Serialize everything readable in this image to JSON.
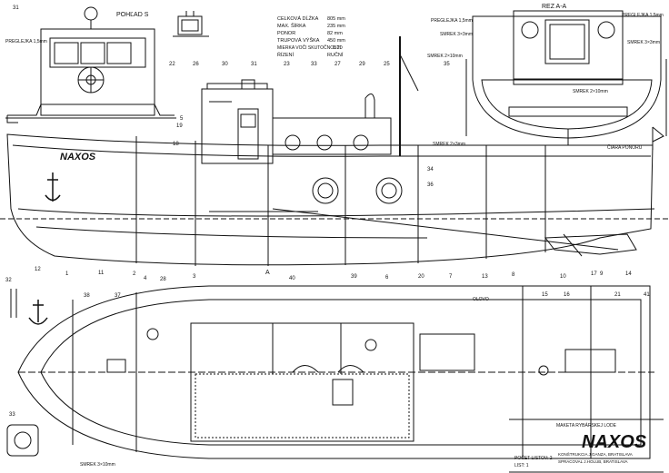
{
  "drawing": {
    "hull_name": "NAXOS",
    "view_s_label": "POHĽAD S",
    "section_label": "REZ A-A",
    "label_a": "A",
    "specs": [
      {
        "name": "CELKOVÁ DĹŽKA",
        "value": "805 mm"
      },
      {
        "name": "MAX. ŠÍRKA",
        "value": "235 mm"
      },
      {
        "name": "PONOR",
        "value": "82 mm"
      },
      {
        "name": "TRUPOVÁ VÝŠKA",
        "value": "450 mm"
      },
      {
        "name": "MIERKA VOČI SKUTOČNOSTI",
        "value": "1:20"
      },
      {
        "name": "ŘÍZENÍ",
        "value": "RUČNÍ"
      }
    ],
    "title_block": {
      "subtitle": "MAKETA RYBÁRSKEJ LODE",
      "title": "NAXOS",
      "line1": "KONŠTRUKCIA J.GANZA, BRATISLAVA",
      "line2": "SPRACOVAL J.HOLUB, BRATISLAVA",
      "sheets": "POČET LISTOV: 2",
      "sheet": "LIST: 1"
    },
    "frame_labels": [
      {
        "text": "PREGLEJKA 1,5mm"
      },
      {
        "text": "SMREK 3×3mm"
      },
      {
        "text": "PREGLEJKA 1,5mm"
      },
      {
        "text": "SMREK 2×10mm"
      },
      {
        "text": "SMREK 3×3mm"
      },
      {
        "text": "SMREK 2×10mm"
      },
      {
        "text": "SMREK 2×3mm"
      }
    ],
    "left_labels": {
      "preglejka": "PREGLEJKA 1,5mm",
      "smrek_bottom": "SMREK 3×10mm",
      "olovo": "OLOVO",
      "ciarka": "ČIARA PONORU"
    },
    "part_numbers": [
      "31",
      "22",
      "26",
      "30",
      "31",
      "23",
      "33",
      "27",
      "29",
      "25",
      "35",
      "19",
      "18",
      "34",
      "36",
      "5",
      "4",
      "12",
      "11",
      "2",
      "1",
      "40",
      "3",
      "6",
      "7",
      "8",
      "9",
      "10",
      "13",
      "14",
      "32",
      "38",
      "37",
      "28",
      "39",
      "20",
      "15",
      "16",
      "17",
      "21",
      "41",
      "33"
    ]
  }
}
